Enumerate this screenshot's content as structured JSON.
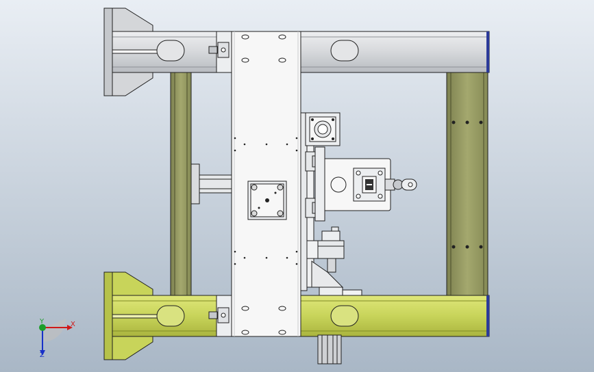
{
  "viewport": {
    "background_top": "#e9eef4",
    "background_bottom": "#a9b7c6"
  },
  "colors": {
    "frame_gray": "#d6d8db",
    "frame_gray_dark": "#9ea2a8",
    "frame_yellow": "#c8d45a",
    "frame_yellow_dark": "#8f9a2e",
    "column_olive": "#9ba066",
    "column_olive_dark": "#5f6238",
    "plate_white": "#f7f7f7",
    "edge": "#1f1f1f",
    "end_cap": "#2b3a9a"
  },
  "axis_triad": {
    "x_label": "X",
    "y_label": "Y",
    "z_label": "Z",
    "x_color": "#d01818",
    "y_color": "#1c9e2a",
    "z_color": "#1830c8"
  }
}
